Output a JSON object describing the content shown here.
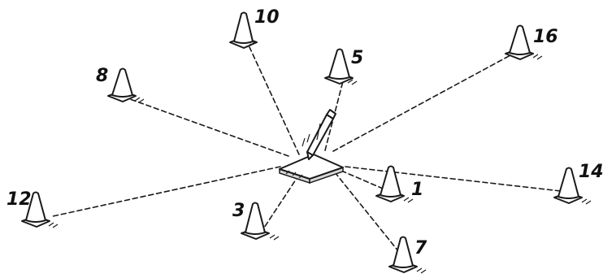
{
  "diagram": {
    "cones": [
      {
        "label": "10"
      },
      {
        "label": "5"
      },
      {
        "label": "16"
      },
      {
        "label": "8"
      },
      {
        "label": "12"
      },
      {
        "label": "3"
      },
      {
        "label": "1"
      },
      {
        "label": "14"
      },
      {
        "label": "7"
      }
    ]
  }
}
